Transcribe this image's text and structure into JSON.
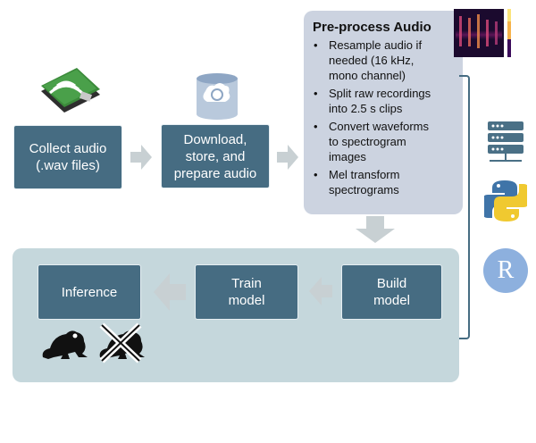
{
  "steps": {
    "collect": "Collect audio\n(.wav files)",
    "download": "Download,\nstore, and\nprepare audio",
    "build": "Build\nmodel",
    "train": "Train\nmodel",
    "inference": "Inference"
  },
  "preprocess": {
    "title": "Pre-process Audio",
    "items": [
      "Resample audio if\nneeded (16 kHz,\nmono channel)",
      "Split raw recordings\ninto 2.5 s clips",
      "Convert waveforms\nto spectrogram\nimages",
      "Mel transform\nspectrograms"
    ]
  },
  "icons": {
    "r_label": "R",
    "recorder": "audio-recorder-icon",
    "database": "database-icon",
    "spectrogram": "spectrogram-thumbnail",
    "server": "server-icon",
    "python": "python-icon",
    "r": "r-language-icon",
    "frog": "frog-icon",
    "frog_crossed": "crossed-frog-icon"
  },
  "colors": {
    "box": "#466c82",
    "arrow": "#c8d0d3",
    "panel_bottom": "#c5d7dc",
    "panel_preprocess": "#ccd3e0"
  }
}
